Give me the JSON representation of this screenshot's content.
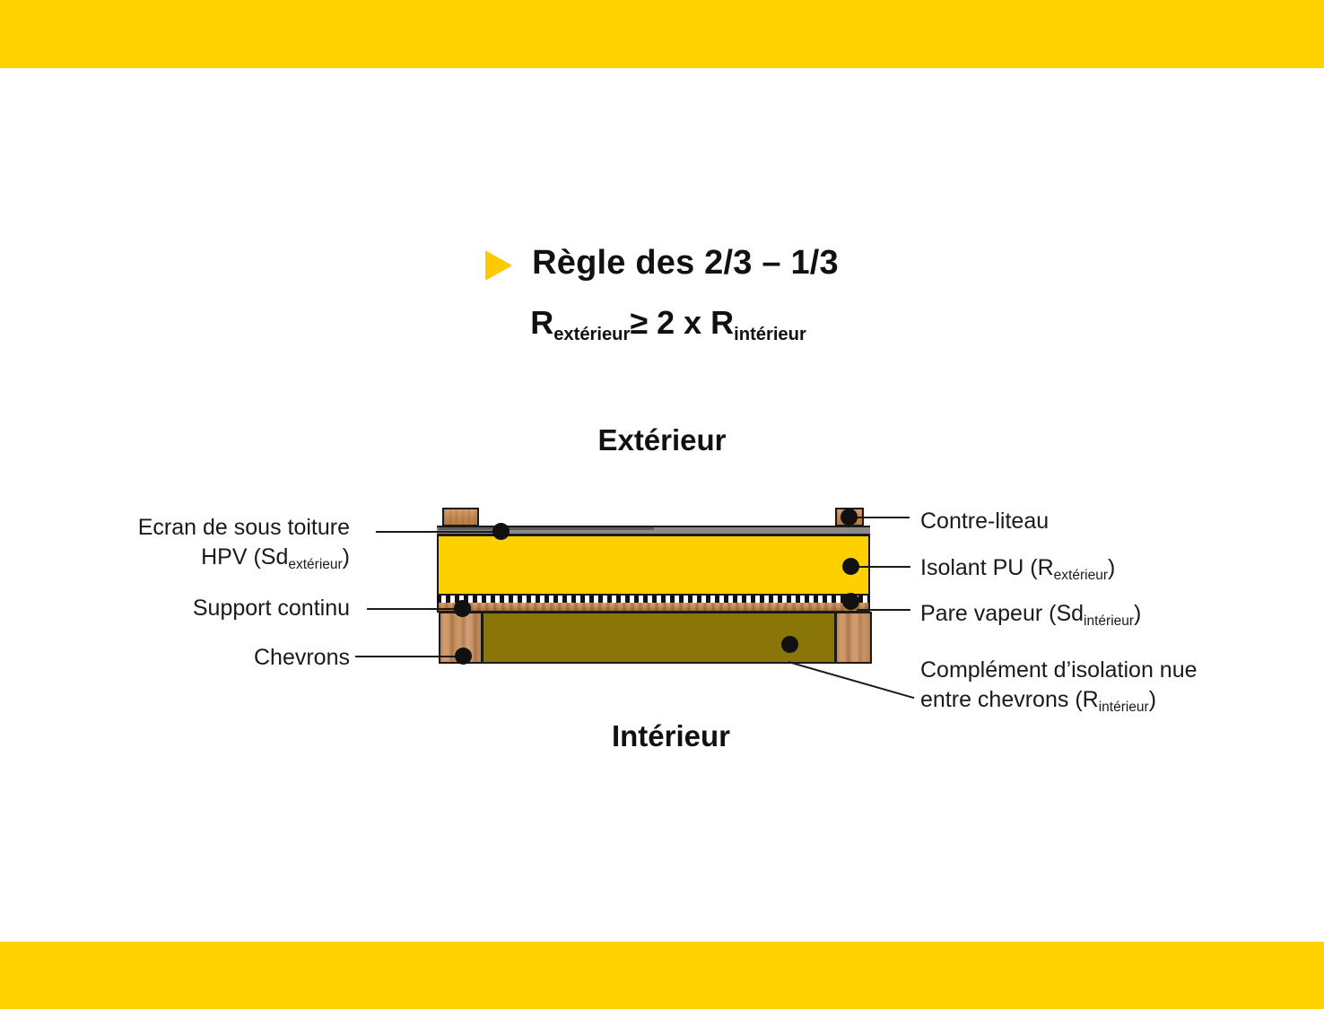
{
  "slide": {
    "background_color": "#ffffff",
    "band_color": "#ffd200"
  },
  "title": {
    "bullet_icon": "triangle-right-icon",
    "heading": "Règle des 2/3 – 1/3",
    "formula": {
      "lhs_base": "R",
      "lhs_sub": "extérieur",
      "operator": "≥ 2 x ",
      "rhs_base": "R",
      "rhs_sub": "intérieur",
      "full_text": "Rextérieur ≥ 2 x Rintérieur"
    }
  },
  "zones": {
    "top": "Extérieur",
    "bottom": "Intérieur"
  },
  "diagram": {
    "name": "roof-cross-section",
    "left_labels": [
      {
        "id": "ecran-sous-toiture",
        "line1": "Ecran de sous toiture",
        "line2_base": "HPV (Sd",
        "line2_sub": "extérieur",
        "line2_end": ")"
      },
      {
        "id": "support-continu",
        "line1": "Support continu"
      },
      {
        "id": "chevrons",
        "line1": "Chevrons"
      }
    ],
    "right_labels": [
      {
        "id": "contre-liteau",
        "line1": "Contre-liteau"
      },
      {
        "id": "isolant-pu",
        "line1_base": "Isolant PU (R",
        "line1_sub": "extérieur",
        "line1_end": ")"
      },
      {
        "id": "pare-vapeur",
        "line1_base": "Pare vapeur (Sd",
        "line1_sub": "intérieur",
        "line1_end": ")"
      },
      {
        "id": "complement-isolation",
        "line1": "Complément d’isolation nue",
        "line2_base": "entre chevrons (R",
        "line2_sub": "intérieur",
        "line2_end": ")"
      }
    ],
    "layer_colors": {
      "ecran_sous_toiture": "#8a8a8a",
      "isolant_pu": "#ffd000",
      "pare_vapeur": "#111111",
      "support_continu": "#c28a52",
      "chevrons": "#c89060",
      "complement_isolation": "#8a7508",
      "contre_liteau": "#c08850",
      "outline": "#1a1a1a"
    }
  }
}
